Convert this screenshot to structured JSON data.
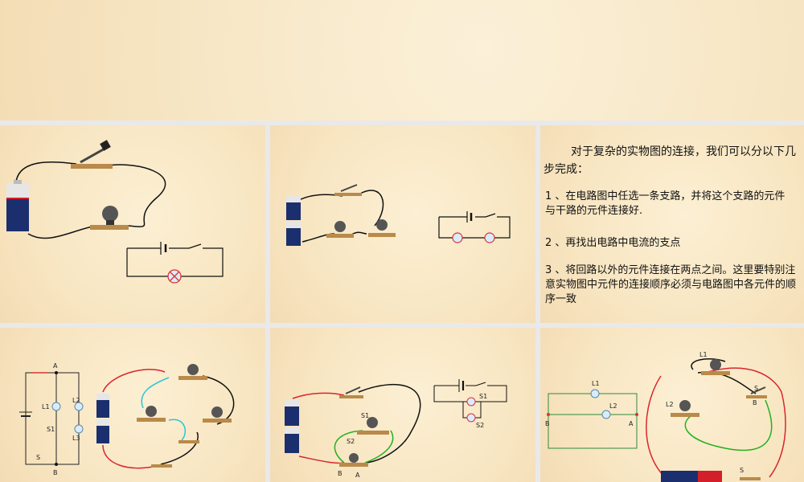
{
  "text_panel": {
    "intro": "对于复杂的实物图的连接，我们可以分以下几步完成：",
    "step1": "1 、在电路图中任选一条支路，并将这个支路的元件与干路的元件连接好.",
    "step2": "2 、再找出电路中电流的支点",
    "step3": "3 、将回路以外的元件连接在两点之间。这里要特别注意实物图中元件的连接顺序必须与电路图中各元件的顺序一致"
  },
  "panel4": {
    "labels": {
      "A": "A",
      "B": "B",
      "L1": "L1",
      "L2": "L2",
      "L3": "L3",
      "S1": "S1",
      "S": "S"
    }
  },
  "panel5": {
    "labels": {
      "S1": "S1",
      "S2": "S2",
      "A": "A",
      "B": "B"
    }
  },
  "panel6": {
    "labels": {
      "L1": "L1",
      "L2": "L2",
      "A": "A",
      "B": "B",
      "S": "S"
    }
  },
  "colors": {
    "wire": "#111111",
    "red_wire": "#d8262e",
    "green_wire": "#22b022",
    "cyan_wire": "#2ac6d6"
  }
}
